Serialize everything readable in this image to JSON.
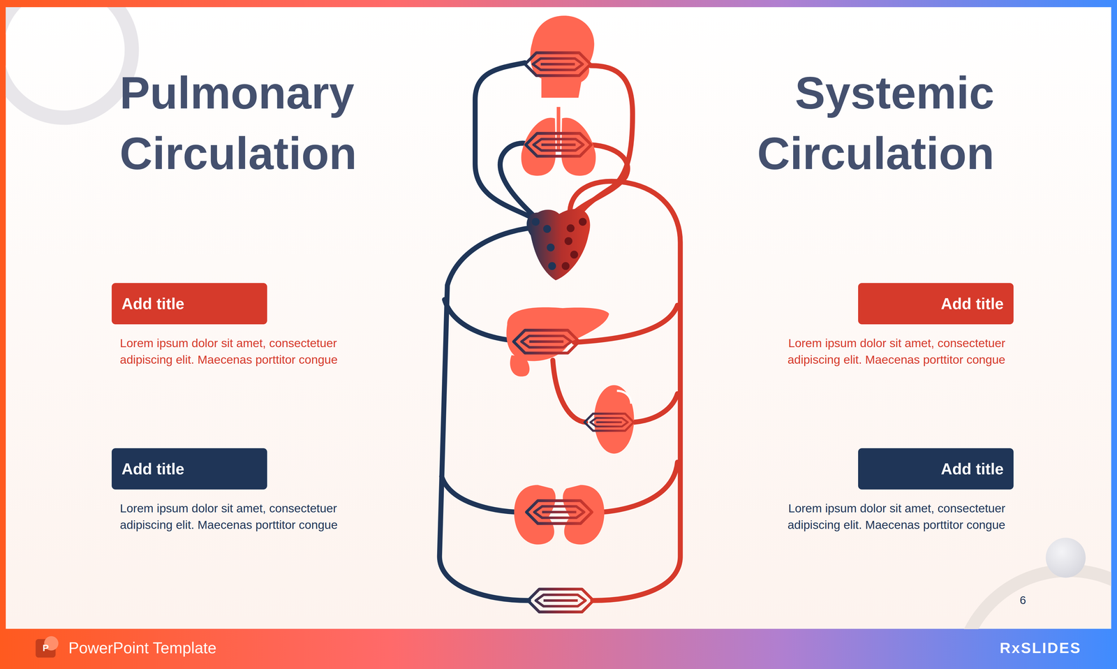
{
  "diagram": {
    "nodes": [
      {
        "text": [
          "Add title",
          "Lorem ipsum dolor sit amet, consectetuer adipiscing elit. Maecenas porttitor congue"
        ]
      },
      {
        "text": [
          "Add title",
          "Lorem ipsum dolor sit amet, consectetuer adipiscing elit. Maecenas porttitor congue"
        ]
      },
      {
        "text": [
          "Add title",
          "Lorem ipsum dolor sit amet, consectetuer adipiscing elit. Maecenas porttitor congue"
        ]
      },
      {
        "text": [
          "Add title",
          "Lorem ipsum dolor sit amet, consectetuer adipiscing elit. Maecenas porttitor congue"
        ]
      }
    ],
    "labels": [
      "Pulmonary Circulation",
      "Systemic Circulation",
      "6",
      "P",
      "PowerPoint Template",
      "RxSLIDES"
    ]
  }
}
